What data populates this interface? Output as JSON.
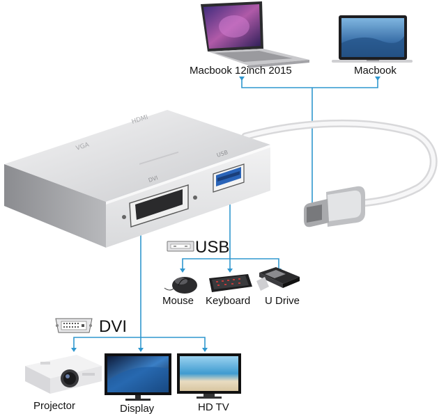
{
  "hosts": {
    "laptop_left": "Macbook 12inch 2015",
    "laptop_right": "Macbook"
  },
  "usb": {
    "title": "USB",
    "devices": [
      "Mouse",
      "Keyboard",
      "U Drive"
    ]
  },
  "dvi": {
    "title": "DVI",
    "devices": [
      "Projector",
      "Display",
      "HD TV"
    ]
  },
  "adapter_ports": {
    "vga": "VGA",
    "hdmi": "HDMI",
    "dvi": "DVI",
    "usb": "USB"
  },
  "colors": {
    "connector_line": "#2f97cf",
    "adapter_body": "#e9e9eb",
    "adapter_face": "#d4d5d8",
    "usb_port": "#2a64b8"
  }
}
